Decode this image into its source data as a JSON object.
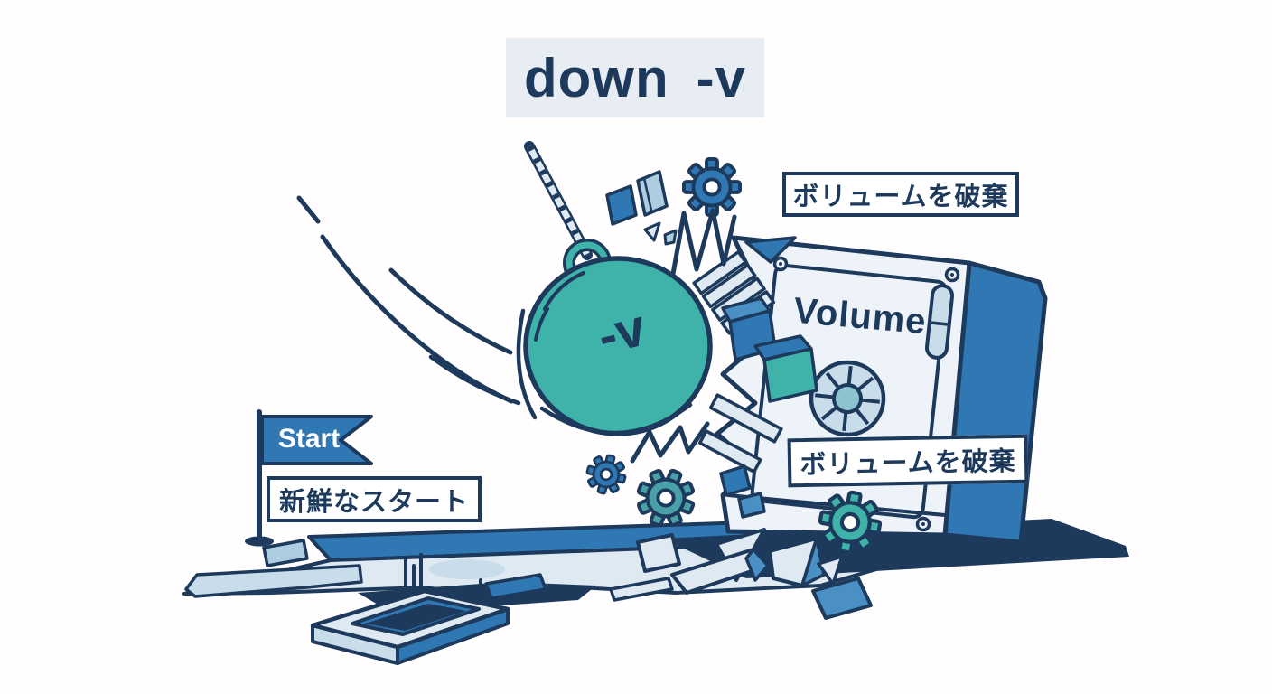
{
  "title": {
    "command": "down",
    "flag": "-v"
  },
  "wrecking_ball": {
    "label": "-v"
  },
  "safe": {
    "label": "Volume"
  },
  "start_flag": {
    "label": "Start"
  },
  "callouts": {
    "discard_top": "ボリュームを破棄",
    "discard_middle": "ボリュームを破棄",
    "fresh_start": "新鮮なスタート"
  },
  "theme": {
    "navy": "#1d3a5c",
    "blue": "#2f78b3",
    "blue-light": "#4a90c4",
    "teal": "#3fb3a9",
    "teal-mid": "#4aa0a8",
    "surface": "#dfe9f1",
    "surface-bright": "#edf3f8",
    "accent-light": "#aecde0",
    "stain": "#c9dcea",
    "dial": "#8cc3cf",
    "title-bg": "#e7edf2"
  }
}
